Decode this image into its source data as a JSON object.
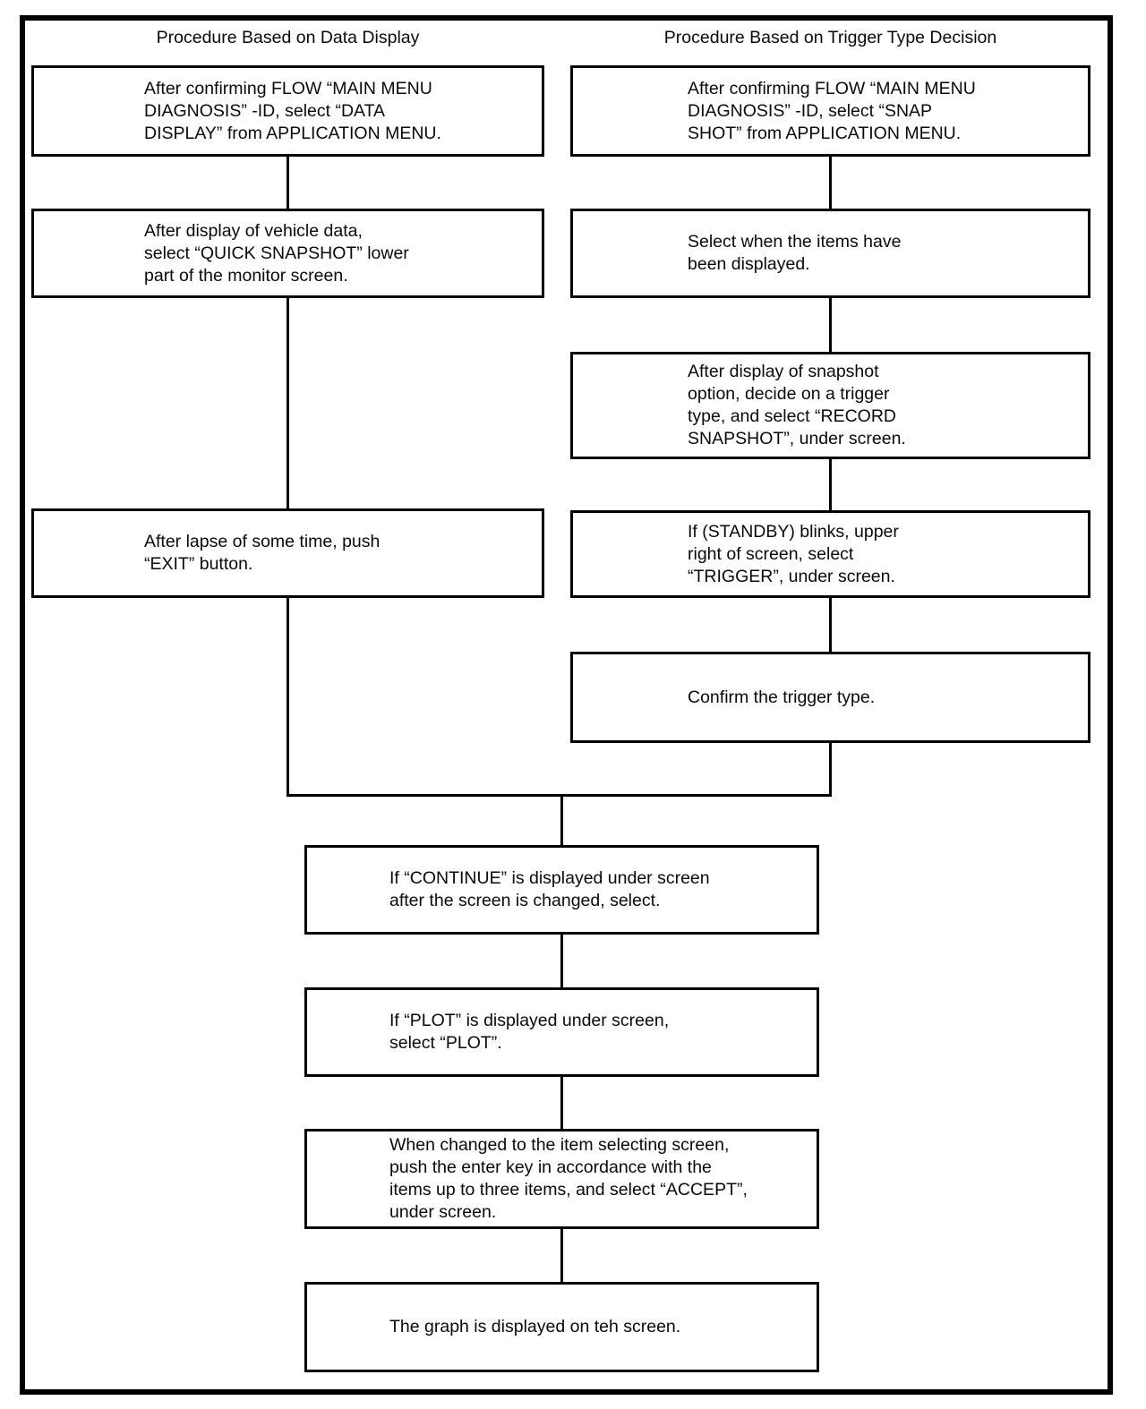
{
  "colors": {
    "ink": "#000000",
    "paper": "#ffffff"
  },
  "flowchart": {
    "left_column": {
      "title": "Procedure Based on Data Display",
      "boxes": [
        {
          "text": "After confirming FLOW “MAIN MENU\nDIAGNOSIS” -ID, select “DATA\nDISPLAY” from APPLICATION MENU."
        },
        {
          "text": "After display of vehicle data,\nselect “QUICK SNAPSHOT” lower\npart of the monitor screen."
        },
        {
          "text": "After lapse of some time, push\n“EXIT” button."
        }
      ]
    },
    "right_column": {
      "title": "Procedure Based on Trigger Type Decision",
      "boxes": [
        {
          "text": "After confirming FLOW “MAIN MENU\nDIAGNOSIS” -ID, select “SNAP\nSHOT” from APPLICATION MENU."
        },
        {
          "text": "Select when the items have\nbeen displayed."
        },
        {
          "text": "After display of snapshot\noption, decide on a trigger\ntype, and select “RECORD\nSNAPSHOT”, under screen."
        },
        {
          "text": "If (STANDBY) blinks, upper\nright of screen, select\n“TRIGGER”, under screen."
        },
        {
          "text": "Confirm the trigger type."
        }
      ]
    },
    "merged_column": {
      "boxes": [
        {
          "text": "If “CONTINUE” is displayed under screen\nafter the screen is changed, select."
        },
        {
          "text": "If “PLOT” is displayed under screen,\nselect “PLOT”."
        },
        {
          "text": "When changed to the item selecting screen,\npush the enter key in accordance with the\nitems up to three items, and select “ACCEPT”,\nunder screen."
        },
        {
          "text": "The graph is displayed on teh screen."
        }
      ]
    }
  }
}
